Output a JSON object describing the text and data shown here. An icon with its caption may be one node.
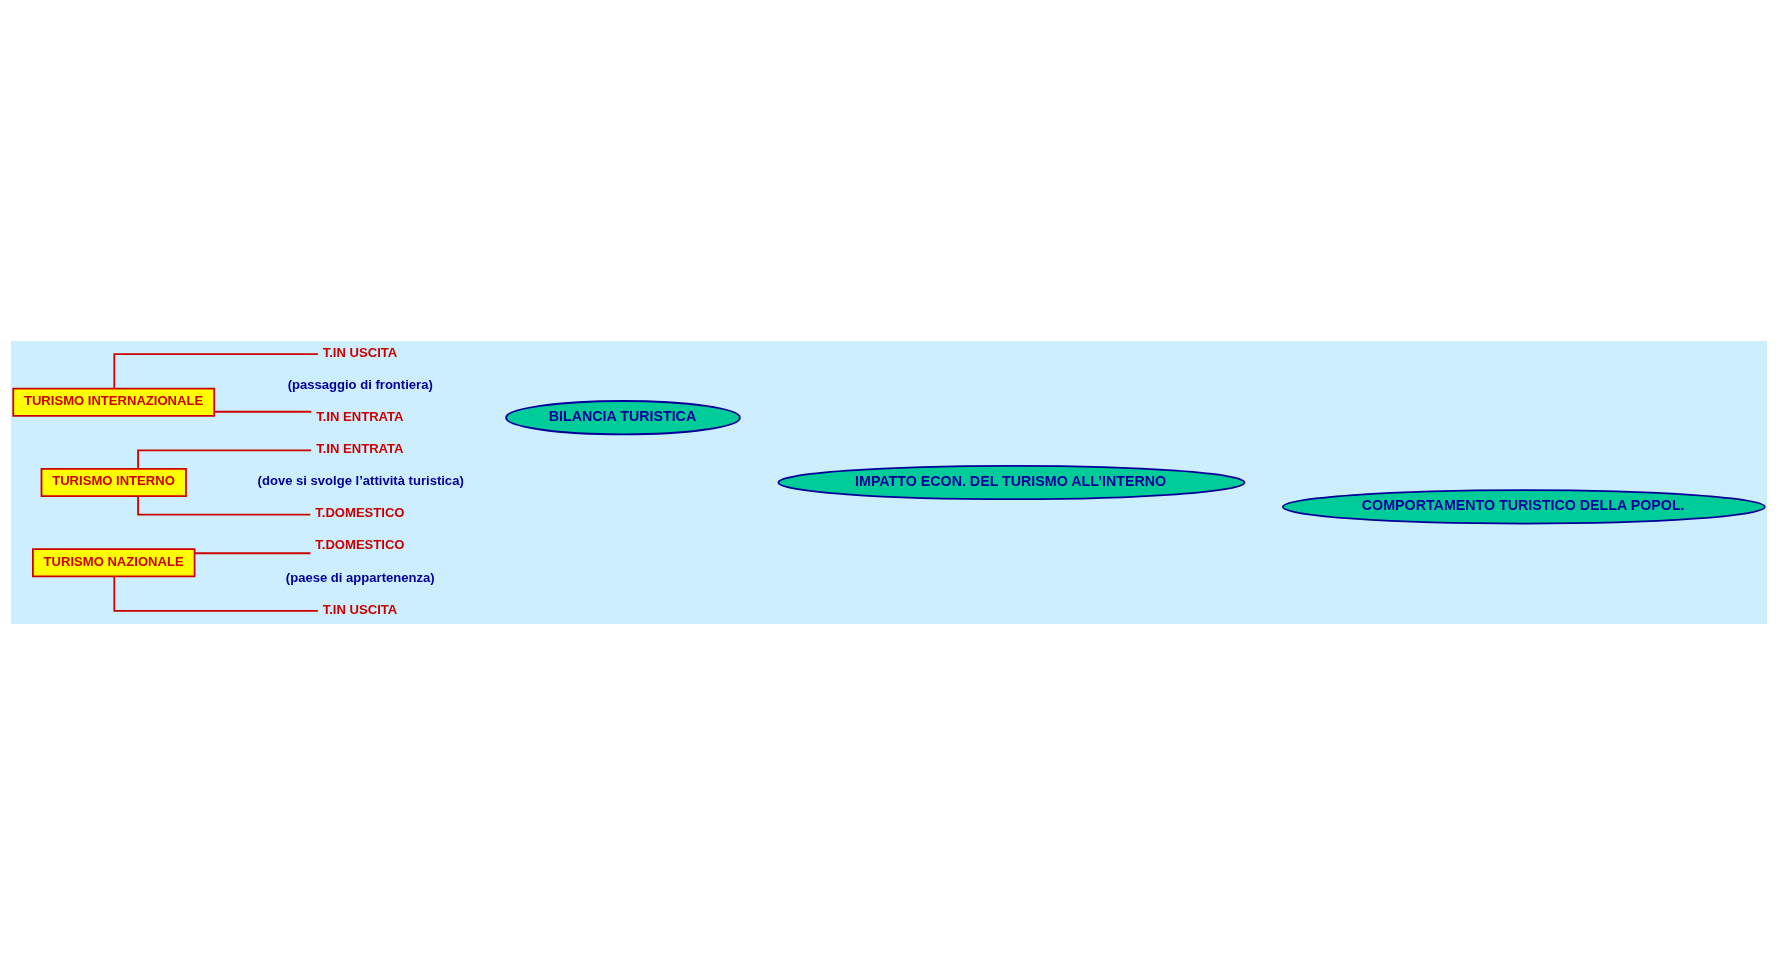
{
  "diagram": {
    "nodes": [
      {
        "text": [
          "TURISMO INTERNAZIONALE"
        ]
      },
      {
        "text": [
          "T.IN USCITA"
        ]
      },
      {
        "text": [
          "T.IN ENTRATA"
        ]
      },
      {
        "text": [
          "BILANCIA TURISTICA"
        ]
      },
      {
        "text": [
          "TURISMO INTERNO"
        ]
      },
      {
        "text": [
          "T.IN ENTRATA"
        ]
      },
      {
        "text": [
          "T.DOMESTICO"
        ]
      },
      {
        "text": [
          "IMPATTO ECON. DEL TURISMO ALL’INTERNO"
        ]
      },
      {
        "text": [
          "TURISMO NAZIONALE"
        ]
      },
      {
        "text": [
          "T.DOMESTICO"
        ]
      },
      {
        "text": [
          "T.IN USCITA"
        ]
      },
      {
        "text": [
          "COMPORTAMENTO TURISTICO DELLA POPOL."
        ]
      }
    ],
    "edges": [
      {
        "from": 0,
        "to": 1,
        "arrow": "none"
      },
      {
        "from": 0,
        "to": 2,
        "arrow": "none"
      },
      {
        "from": 4,
        "to": 5,
        "arrow": "none"
      },
      {
        "from": 4,
        "to": 6,
        "arrow": "none"
      },
      {
        "from": 8,
        "to": 9,
        "arrow": "none"
      },
      {
        "from": 8,
        "to": 10,
        "arrow": "none"
      }
    ],
    "labels": [
      "(passaggio di frontiera)",
      "(dove si svolge l’attività turistica)",
      "(paese di appartenenza)"
    ]
  }
}
